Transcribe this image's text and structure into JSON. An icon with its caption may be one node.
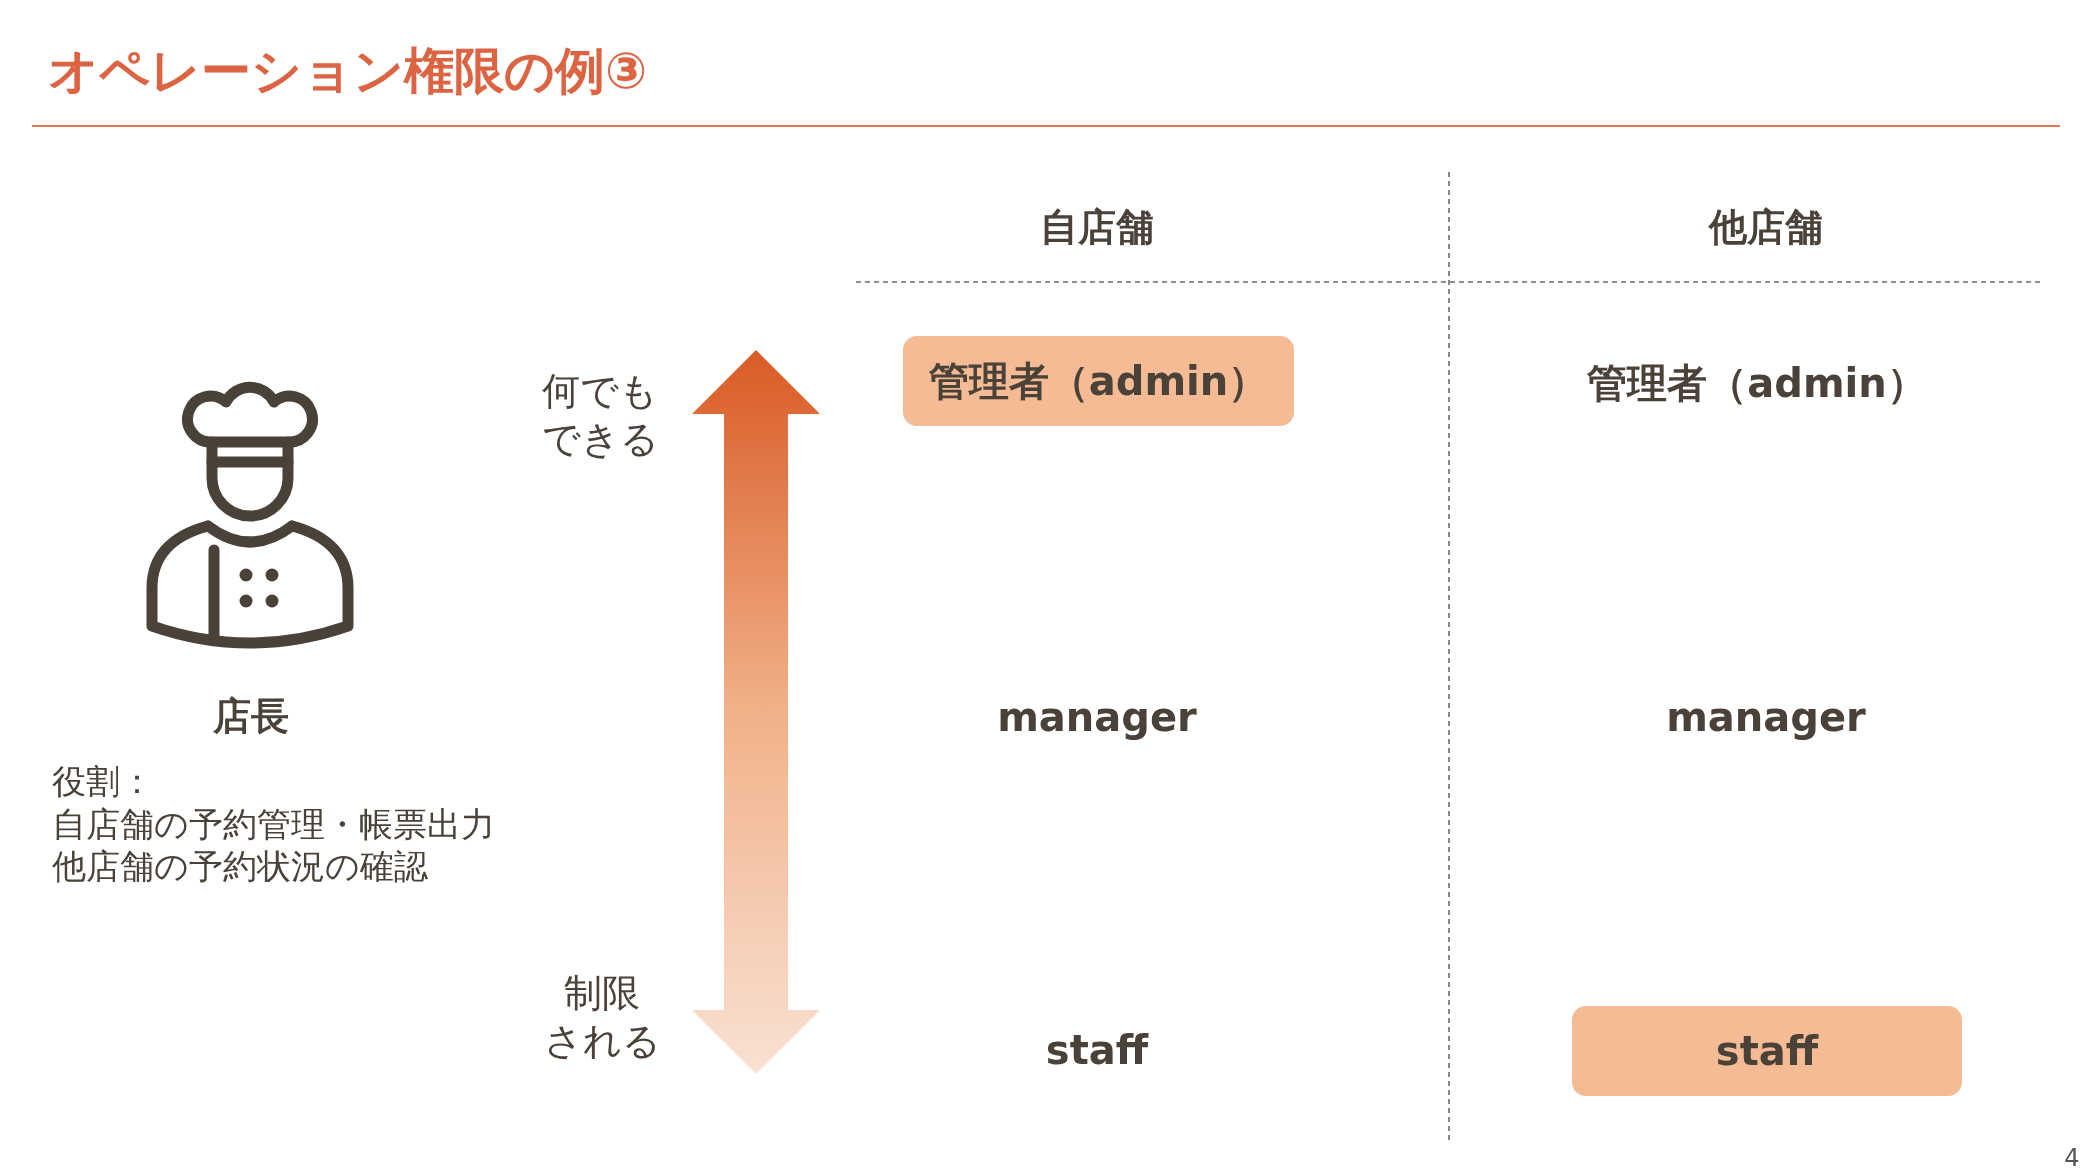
{
  "diagram": {
    "title": "オペレーション権限の例③",
    "nodes": [
      {
        "text": [],
        "shape": "person",
        "beside": [
          "店長",
          "役割：",
          "自店舗の予約管理・帳票出力",
          "他店舗の予約状況の確認"
        ]
      },
      {
        "text": [
          "管理者（admin）"
        ]
      },
      {
        "text": [
          "staff"
        ]
      }
    ],
    "labels": [
      "自店舗",
      "他店舗",
      "何でもできる",
      "管理者（admin）",
      "manager",
      "manager",
      "制限される",
      "staff",
      "4"
    ]
  }
}
